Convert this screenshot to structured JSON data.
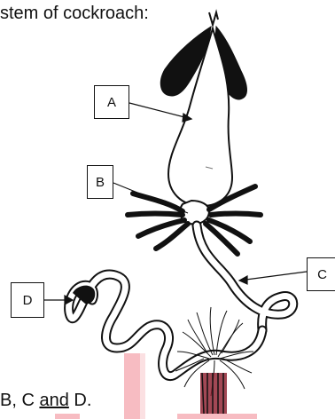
{
  "title_fragment": "stem of cockroach:",
  "labels": {
    "a": "A",
    "b": "B",
    "c": "C",
    "d": "D"
  },
  "footer": {
    "before": "B, C ",
    "underlined": "and",
    "after": " D."
  },
  "colors": {
    "ink": "#111111",
    "highlight": "#f4a6ad",
    "crop_hair": "#8b1a2a"
  }
}
